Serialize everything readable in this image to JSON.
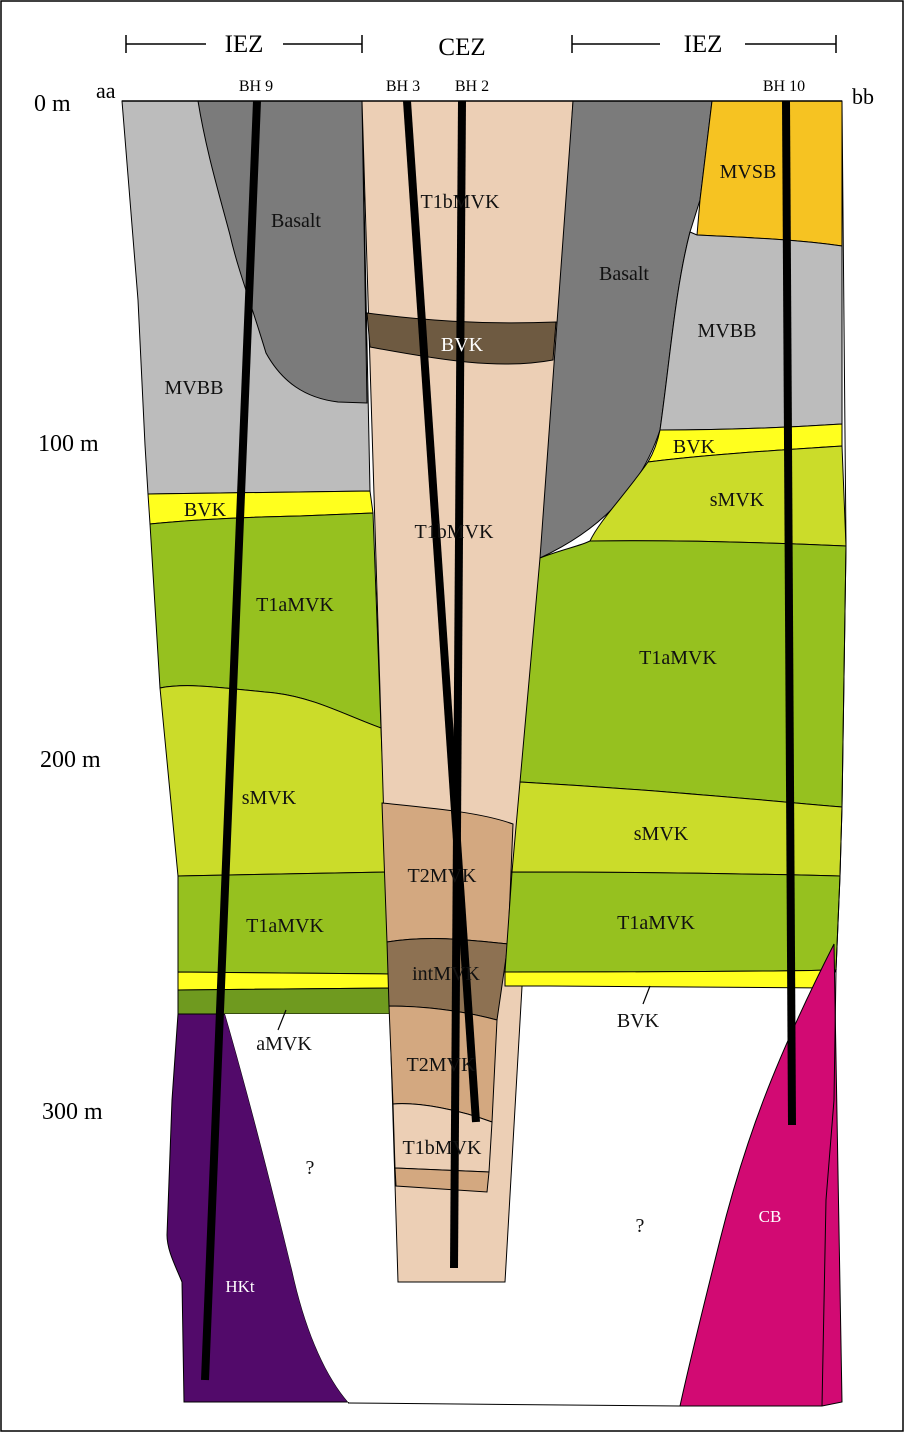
{
  "zones": {
    "left": "IEZ",
    "center": "CEZ",
    "right": "IEZ"
  },
  "section_ends": {
    "left": "aa",
    "right": "bb"
  },
  "depth_labels": [
    "0 m",
    "100 m",
    "200 m",
    "300 m"
  ],
  "boreholes": {
    "bh9": "BH 9",
    "bh3": "BH 3",
    "bh2": "BH 2",
    "bh10": "BH 10"
  },
  "units": {
    "basalt_left": "Basalt",
    "basalt_right": "Basalt",
    "mvsb": "MVSB",
    "mvbb_left": "MVBB",
    "mvbb_right": "MVBB",
    "bvk_left": "BVK",
    "bvk_center": "BVK",
    "bvk_right": "BVK",
    "bvk_bottom_right": "BVK",
    "t1bmvk_top": "T1bMVK",
    "t1bmvk_mid": "T1bMVK",
    "t1bmvk_bottom": "T1bMVK",
    "t1amvk_left_upper": "T1aMVK",
    "t1amvk_left_lower": "T1aMVK",
    "t1amvk_right_upper": "T1aMVK",
    "t1amvk_right_lower": "T1aMVK",
    "smvk_left": "sMVK",
    "smvk_right_upper": "sMVK",
    "smvk_right_lower": "sMVK",
    "t2mvk_upper": "T2MVK",
    "t2mvk_lower": "T2MVK",
    "intmvk": "intMVK",
    "amvk": "aMVK",
    "hkt": "HKt",
    "cb": "CB",
    "unknown_left": "?",
    "unknown_right": "?"
  },
  "colors": {
    "basalt": "#7b7b7b",
    "mvbb": "#bcbcbc",
    "mvsb": "#f6c322",
    "bvk": "#ffff1e",
    "t1bmvk": "#eccfb5",
    "bvk_dark": "#6e5a41",
    "t1amvk": "#96c11f",
    "smvk": "#cbdc2a",
    "amvk": "#6f9a1f",
    "t2mvk": "#d3a880",
    "intmvk": "#8d7152",
    "hkt": "#520a6a",
    "cb": "#d20a73"
  }
}
